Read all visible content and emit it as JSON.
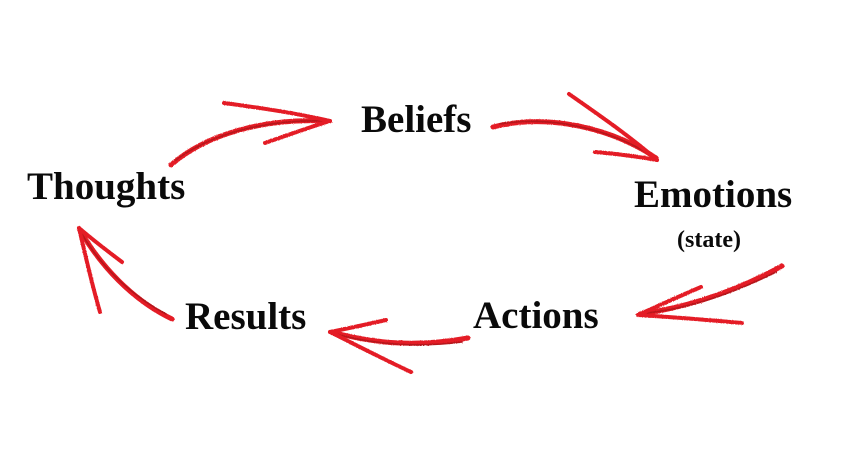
{
  "colors": {
    "arrow": "#e41e25",
    "arrow_dark": "#b5141a",
    "text": "#0a0a0a",
    "background": "#ffffff"
  },
  "nodes": {
    "beliefs": "Beliefs",
    "emotions": "Emotions",
    "emotions_note": "(state)",
    "actions": "Actions",
    "results": "Results",
    "thoughts": "Thoughts"
  }
}
